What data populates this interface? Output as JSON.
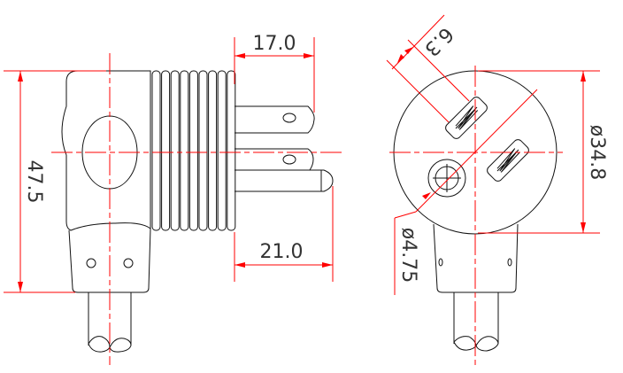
{
  "drawing": {
    "side_view": {
      "height_dim": "47.5",
      "blade_length_dim": "17.0",
      "ground_pin_length_dim": "21.0"
    },
    "front_view": {
      "diameter_dim": "ø34.8",
      "blade_spacing_dim": "6.3",
      "ground_hole_dim": "ø4.75"
    },
    "colors": {
      "outline": "#111111",
      "dimension": "#ff0000"
    }
  }
}
